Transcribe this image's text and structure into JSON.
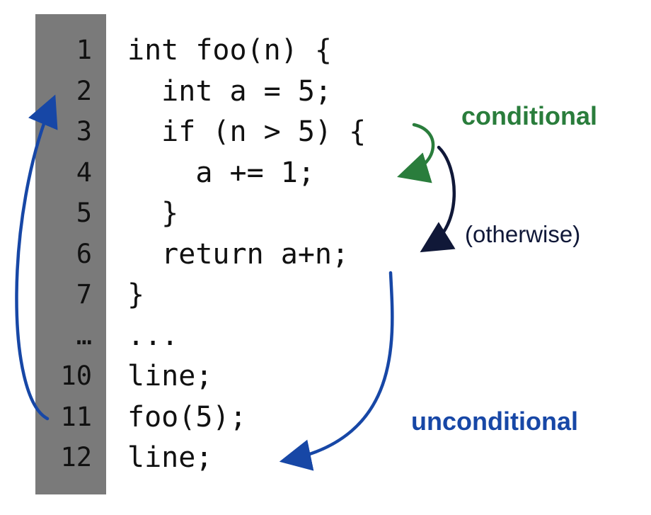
{
  "line_numbers": [
    "1",
    "2",
    "3",
    "4",
    "5",
    "6",
    "7",
    "…",
    "10",
    "11",
    "12"
  ],
  "code_lines": [
    "int foo(n) {",
    "  int a = 5;",
    "  if (n > 5) {",
    "    a += 1;",
    "  }",
    "  return a+n;",
    "}",
    "...",
    "line;",
    "foo(5);",
    "line;"
  ],
  "labels": {
    "conditional": "conditional",
    "otherwise": "(otherwise)",
    "unconditional": "unconditional"
  },
  "colors": {
    "conditional": "#2a7d3c",
    "otherwise": "#101838",
    "unconditional": "#1747a6",
    "gutter": "#7a7a7a"
  }
}
